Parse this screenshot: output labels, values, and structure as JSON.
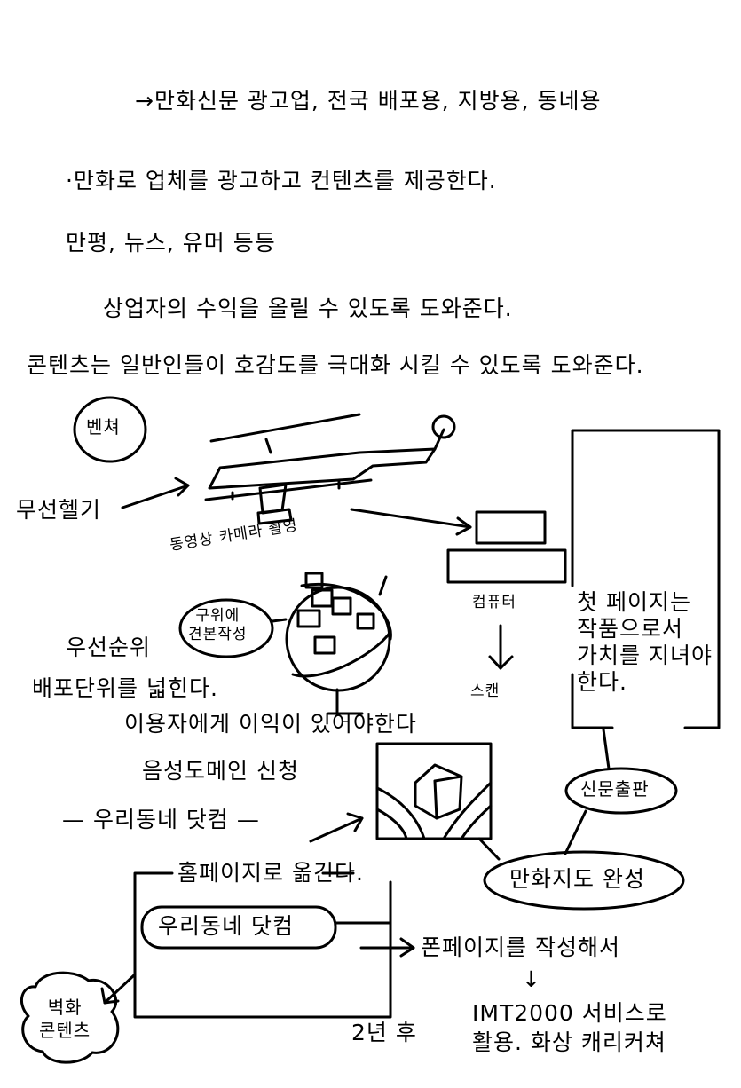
{
  "header_lines": [
    "→만화신문 광고업, 전국 배포용, 지방용, 동네용",
    "·만화로 업체를 광고하고 컨텐츠를 제공한다.",
    "만평, 뉴스, 유머 등등",
    "상업자의 수익을 올릴 수 있도록 도와준다.",
    "콘텐츠는 일반인들이 호감도를 극대화 시킬 수 있도록 도와준다."
  ],
  "labels": {
    "venture": "벤쳐",
    "helicopter": "무선헬기",
    "camera": "동영상 카메라 촬영",
    "computer": "컴퓨터",
    "scan": "스캔",
    "first_page": "첫 페이지는\n작품으로서\n가치를 지녀야\n한다.",
    "sample": "구위에\n견본작성",
    "priority": "우선순위",
    "expand": "배포단위를 넓힌다.",
    "benefit": "이용자에게 이익이 있어야한다",
    "voice_domain": "음성도메인 신청",
    "our_town": "— 우리동네 닷컴 —",
    "newspaper": "신문출판",
    "map_complete": "만화지도 완성",
    "homepage": "홈페이지로 옮긴다.",
    "our_town_box": "우리동네 닷컴",
    "phone_page": "폰페이지를 작성해서",
    "down_arrow": "↓",
    "imt_service": "IMT2000 서비스로\n활용. 화상 캐리커쳐",
    "wall_content": "벽화\n콘텐츠",
    "two_years": "2년 후"
  }
}
